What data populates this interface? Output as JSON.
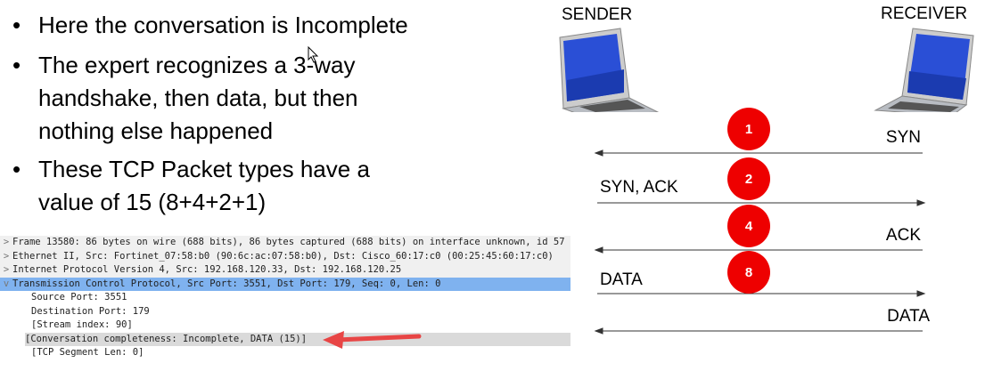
{
  "bullets": [
    {
      "text": "Here the conversation is Incomplete"
    },
    {
      "text": "The expert recognizes a 3-way\nhandshake, then data, but then\nnothing else happened"
    },
    {
      "text": "These TCP Packet types have a\nvalue of 15 (8+4+2+1)"
    }
  ],
  "packet_tree": {
    "rows": [
      {
        "text": "Frame 13580: 86 bytes on wire (688 bits), 86 bytes captured (688 bits) on interface unknown, id 57",
        "expander": ">"
      },
      {
        "text": "Ethernet II, Src: Fortinet_07:58:b0 (90:6c:ac:07:58:b0), Dst: Cisco_60:17:c0 (00:25:45:60:17:c0)",
        "expander": ">"
      },
      {
        "text": "Internet Protocol Version 4, Src: 192.168.120.33, Dst: 192.168.120.25",
        "expander": ">"
      },
      {
        "text": "Transmission Control Protocol, Src Port: 3551, Dst Port: 179, Seq: 0, Len: 0",
        "expander": "v"
      },
      {
        "text": "Source Port: 3551"
      },
      {
        "text": "Destination Port: 179"
      },
      {
        "text": "[Stream index: 90]"
      },
      {
        "text": "[Conversation completeness: Incomplete, DATA (15)]"
      },
      {
        "text": "[TCP Segment Len: 0]"
      }
    ]
  },
  "diagram": {
    "sender": "SENDER",
    "receiver": "RECEIVER",
    "steps": [
      {
        "badge": "1",
        "label": "SYN",
        "direction": "left"
      },
      {
        "badge": "2",
        "label": "SYN, ACK",
        "direction": "right"
      },
      {
        "badge": "4",
        "label": "ACK",
        "direction": "left"
      },
      {
        "badge": "8",
        "label": "DATA",
        "direction": "right"
      },
      {
        "label": "DATA",
        "direction": "left"
      }
    ]
  },
  "colors": {
    "badge": "#e00000",
    "selection": "#7fb2ef",
    "highlight": "#dadada",
    "arrow": "#e84545"
  }
}
